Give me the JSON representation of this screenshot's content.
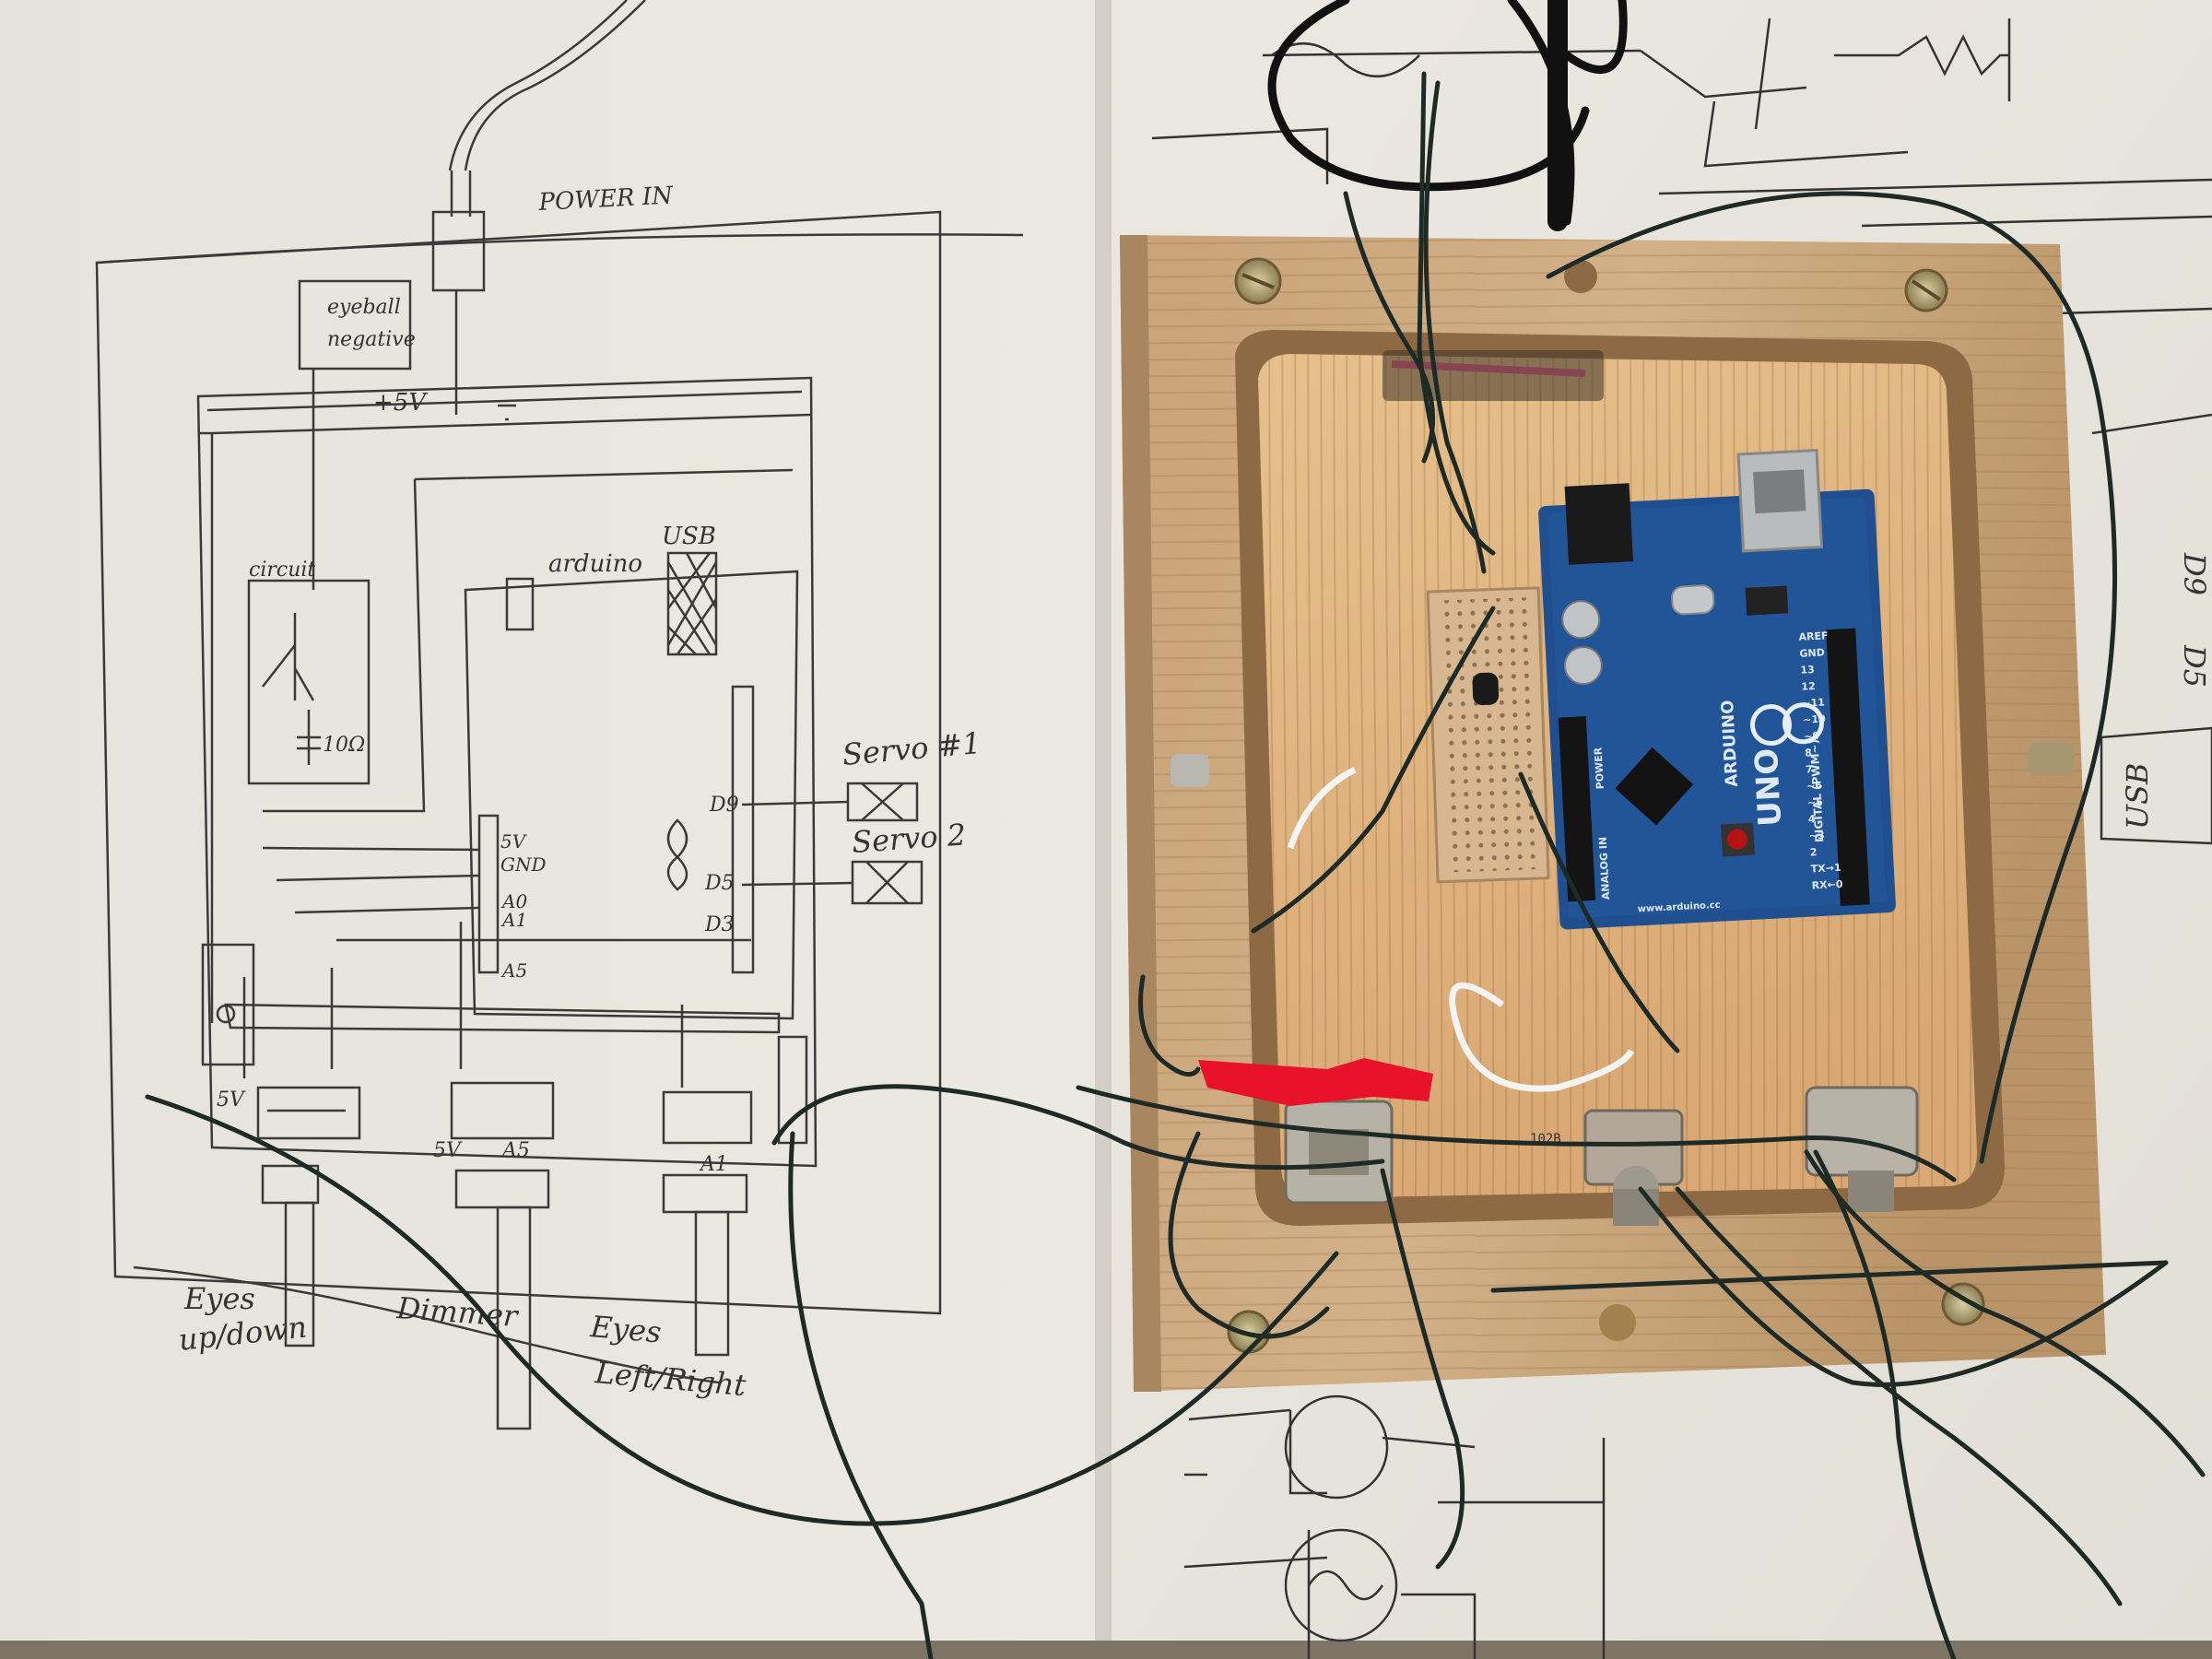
{
  "sketch": {
    "power_in": "POWER IN",
    "eyeball_negative_1": "eyeball",
    "eyeball_negative_2": "negative",
    "plus_5v": "+5V",
    "circuit": "circuit",
    "resistor": "10Ω",
    "arduino": "arduino",
    "usb": "USB",
    "servo1": "Servo #1",
    "servo2": "Servo 2",
    "pin_5v": "5V",
    "pin_gnd": "GND",
    "pin_a0": "A0",
    "pin_a1": "A1",
    "pin_a5": "A5",
    "pin_d9": "D9",
    "pin_d5": "D5",
    "pin_d3": "D3",
    "label_5v_bottom": "5V",
    "label_a5_bottom": "A5",
    "label_a1_bottom": "A1",
    "eyes_updown_1": "Eyes",
    "eyes_updown_2": "up/down",
    "dimmer": "Dimmer",
    "eyes_lr_1": "Eyes",
    "eyes_lr_2": "Left/Right",
    "right_usb": "USB",
    "right_d9": "D9",
    "right_d5": "D5"
  },
  "board": {
    "brand": "ARDUINO",
    "model": "UNO",
    "digital": "DIGITAL (PWM~)",
    "power": "POWER",
    "analog": "ANALOG IN",
    "site": "www.arduino.cc",
    "pin_labels": [
      "AREF",
      "GND",
      "13",
      "12",
      "~11",
      "~10",
      "~9",
      "8",
      "7",
      "~6",
      "~5",
      "4",
      "~3",
      "2",
      "TX→1",
      "RX←0"
    ],
    "part_marking": "102B"
  },
  "colors": {
    "paper": "#e9e6df",
    "wood": "#c8a57a",
    "board_blue": "#1f4f8f",
    "tape_red": "#e8122a",
    "wire": "#1e2a26"
  }
}
